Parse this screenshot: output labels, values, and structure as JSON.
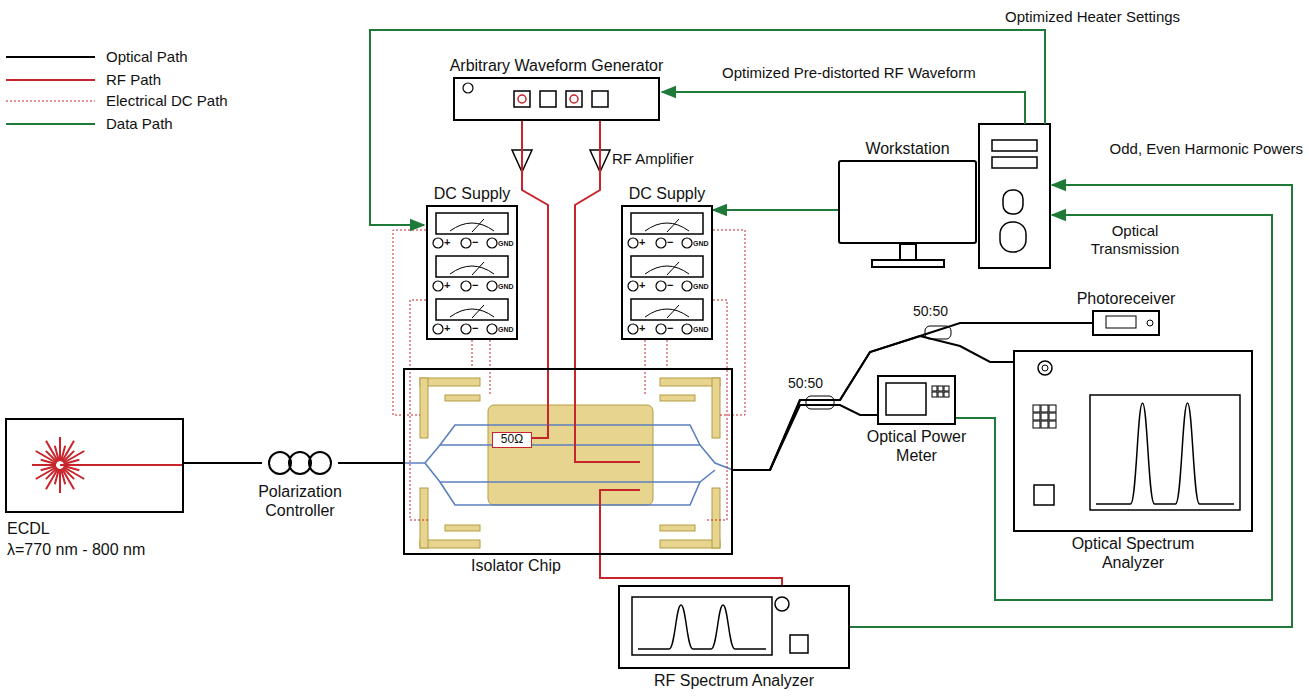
{
  "diagram": {
    "nodes": [
      {
        "text": [
          "Arbitrary Waveform Generator"
        ]
      },
      {
        "text": [
          "DC Supply",
          "+",
          "−",
          "GND",
          "+",
          "−",
          "GND",
          "+",
          "−",
          "GND"
        ]
      },
      {
        "text": [
          "DC Supply",
          "+",
          "−",
          "GND",
          "+",
          "−",
          "GND",
          "+",
          "−",
          "GND"
        ]
      },
      {
        "text": [
          "Workstation"
        ]
      },
      {
        "text": [
          "ECDL",
          "λ=770 nm - 800 nm"
        ]
      },
      {
        "text": [
          "Polarization Controller"
        ]
      },
      {
        "text": [
          "Isolator Chip"
        ]
      },
      {
        "text": [
          "50Ω"
        ],
        "in": 6
      },
      {
        "text": [
          "Photoreceiver"
        ]
      },
      {
        "text": [
          "Optical Spectrum Analyzer"
        ]
      },
      {
        "text": [
          "Optical Power Meter"
        ]
      },
      {
        "text": [
          "RF Spectrum Analyzer"
        ]
      }
    ],
    "edges": [
      {
        "from": 4,
        "to": 5,
        "arrow": "none"
      },
      {
        "from": 5,
        "to": 6,
        "arrow": "none"
      },
      {
        "from": 6,
        "to": 9,
        "arrow": "none"
      },
      {
        "from": 6,
        "to": 8,
        "arrow": "none"
      },
      {
        "from": 6,
        "to": 10,
        "arrow": "none"
      },
      {
        "from": 0,
        "to": 6,
        "arrow": "none"
      },
      {
        "from": 0,
        "to": 6,
        "arrow": "none"
      },
      {
        "from": 6,
        "to": 11,
        "arrow": "none"
      },
      {
        "from": 3,
        "to": 2,
        "arrow": "to"
      },
      {
        "from": 1,
        "to": 6,
        "arrow": "none"
      },
      {
        "from": 2,
        "to": 6,
        "arrow": "none"
      }
    ],
    "labels": [
      "Optimized Heater Settings",
      "Optimized Pre-distorted RF Waveform",
      "Odd, Even Harmonic Powers",
      "Optical Transmission",
      "RF Amplifier",
      "50:50",
      "50:50"
    ],
    "legend": [
      {
        "text": "Optical Path"
      },
      {
        "text": "RF Path"
      },
      {
        "text": "Electrical DC Path"
      },
      {
        "text": "Data Path"
      }
    ]
  }
}
